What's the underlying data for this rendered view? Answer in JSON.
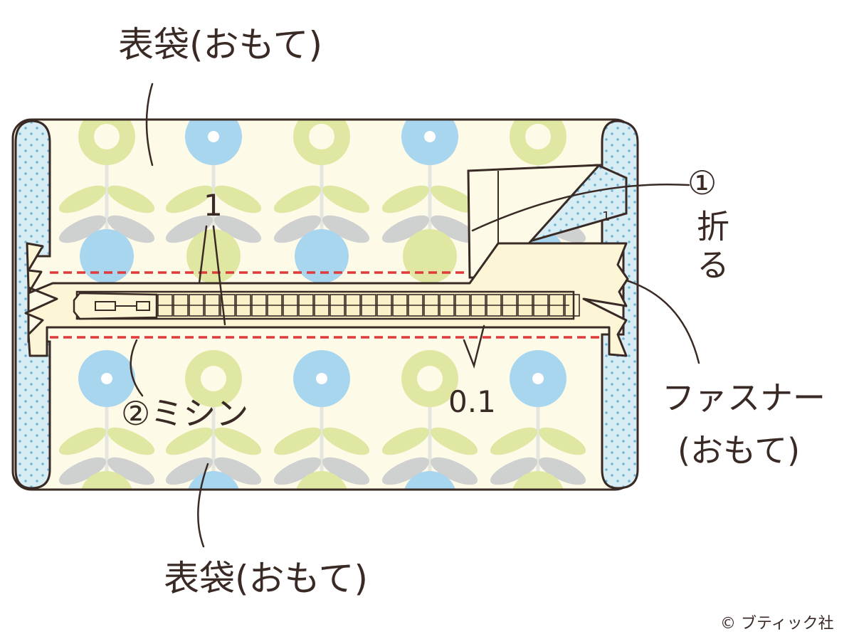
{
  "labels": {
    "outer_top": "表袋(おもて)",
    "outer_bottom": "表袋(おもて)",
    "step1_num": "①",
    "step1_text": "折る",
    "step2": "②ミシン",
    "zipper_line1": "ファスナー",
    "zipper_line2": "(おもて)",
    "dim_1": "1",
    "dim_01": "0.1",
    "dim_small_1": "1",
    "copyright": "© ブティック社"
  },
  "colors": {
    "ink": "#3a2a25",
    "stitch": "#e03a3a",
    "fabric_bg": "#fdfbe8",
    "lining": "#d8ecf3",
    "lining_dot": "#6fb6d8",
    "zipper": "#fdf6d6",
    "flower_blue": "#a9d6ef",
    "flower_green": "#dfe7a2",
    "leaf_grey": "#cfd0d0"
  }
}
